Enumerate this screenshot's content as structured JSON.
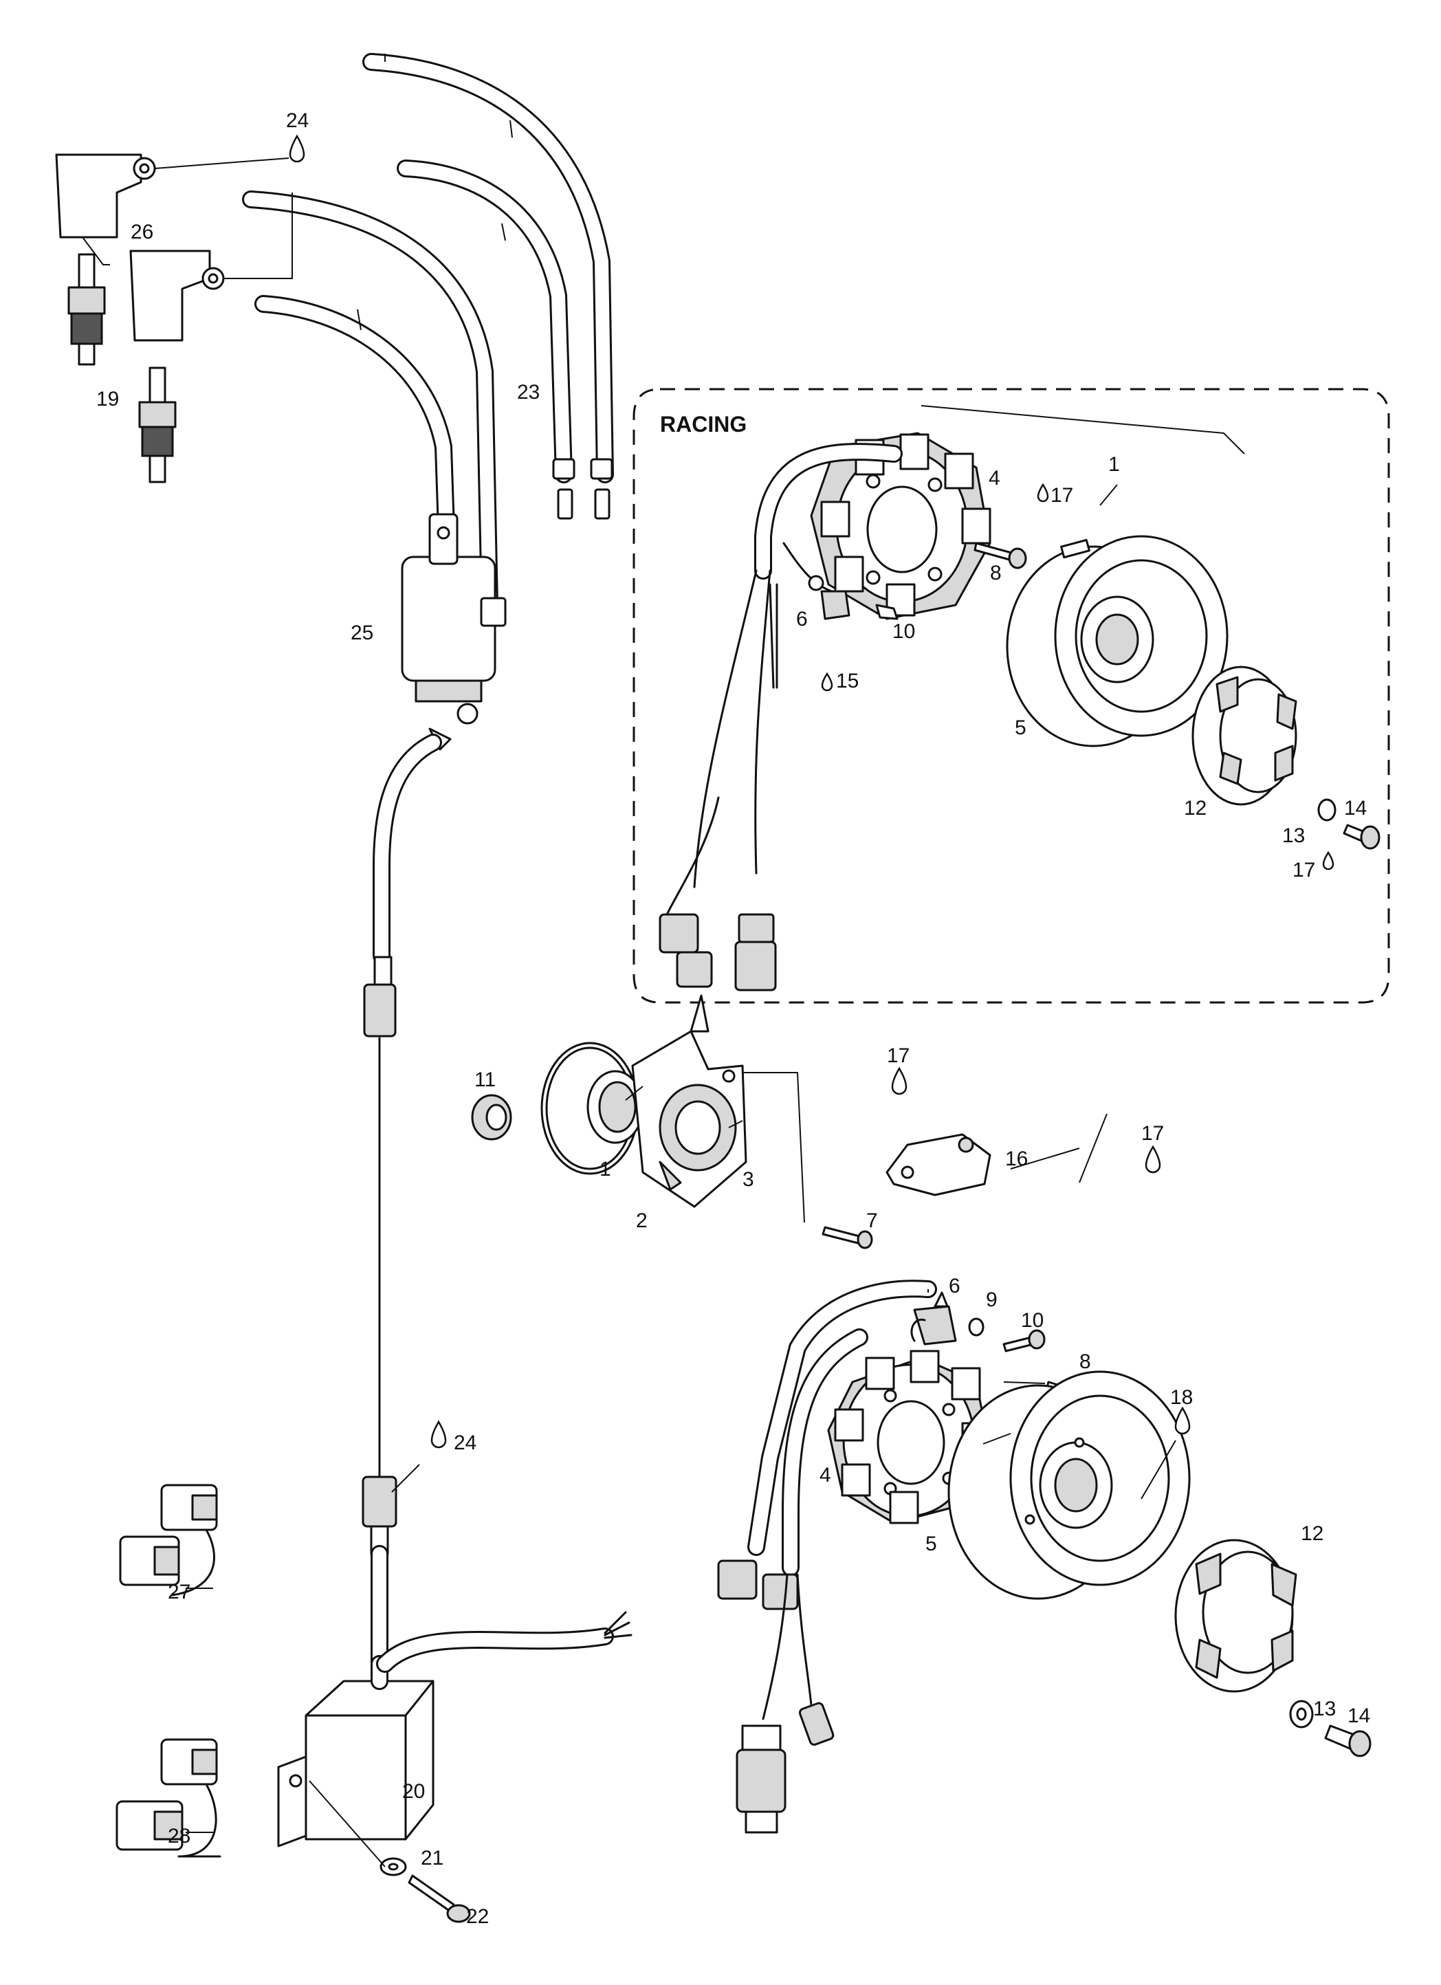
{
  "section_label": "RACING",
  "callouts": {
    "c1": "24",
    "c2": "26",
    "c3": "19",
    "c4": "23",
    "c5": "25",
    "r1": "4",
    "r2": "17",
    "r3": "1",
    "r4": "8",
    "r5": "6",
    "r6": "10",
    "r7": "15",
    "r8": "5",
    "r9": "12",
    "r10": "13",
    "r11": "14",
    "r12": "17",
    "s1": "17",
    "s2": "16",
    "s3": "17",
    "s4": "1",
    "s5": "2",
    "s6": "11",
    "s7": "7",
    "s8": "6",
    "s9": "9",
    "s10": "10",
    "s11": "3",
    "s12": "8",
    "s13": "24",
    "s14": "18",
    "s15": "4",
    "s16": "5",
    "s17": "12",
    "s18": "27",
    "s19": "20",
    "s20": "13",
    "s21": "14",
    "s22": "28",
    "s23": "21",
    "s24": "22"
  },
  "icons": [
    "lubricant-drop-icon"
  ]
}
